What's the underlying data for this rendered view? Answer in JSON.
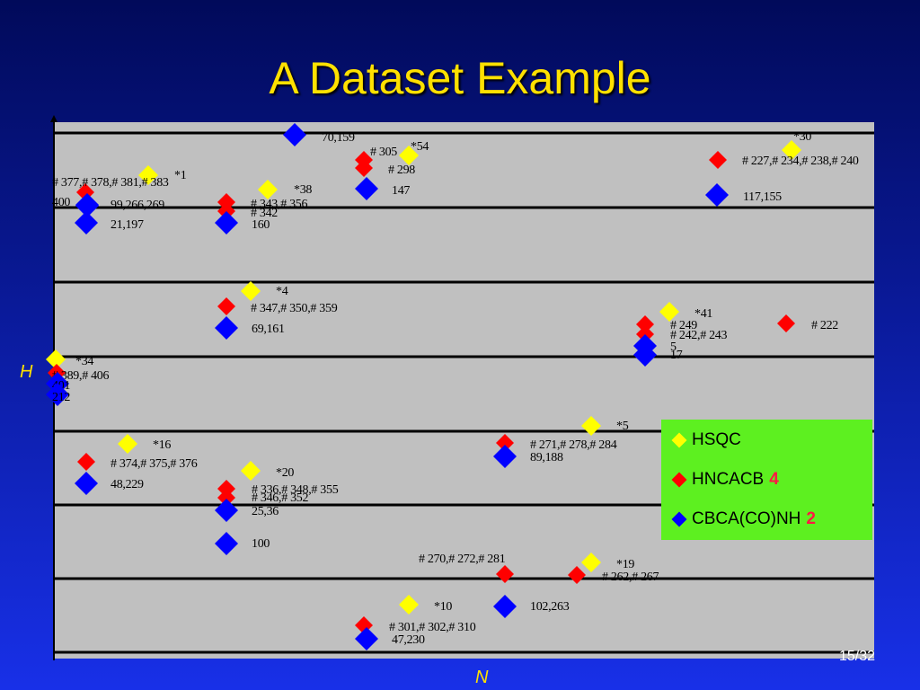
{
  "slide": {
    "title": "A Dataset Example",
    "page_number": "15/32"
  },
  "chart_data": {
    "type": "scatter",
    "title": "",
    "xlabel": "N",
    "ylabel": "H",
    "grid": true,
    "legend_position": "bottom-right",
    "legend": [
      {
        "name": "HSQC",
        "color": "#ffff00",
        "count": ""
      },
      {
        "name": "HNCACB",
        "color": "#ff0000",
        "count": "4"
      },
      {
        "name": "CBCA(CO)NH",
        "color": "#0000ff",
        "count": "2"
      }
    ],
    "colors": {
      "HSQC": "#ffff00",
      "HNCACB": "#ff0000",
      "CBCA(CO)NH": "#0000ff"
    },
    "points": [
      {
        "series": "CBCA(CO)NH",
        "label": "70,159"
      },
      {
        "series": "HNCACB",
        "label": "# 305"
      },
      {
        "series": "HSQC",
        "label": "*54"
      },
      {
        "series": "HNCACB",
        "label": "# 298"
      },
      {
        "series": "CBCA(CO)NH",
        "label": "147"
      },
      {
        "series": "HSQC",
        "label": "*30"
      },
      {
        "series": "HNCACB",
        "label": "# 227,# 234,# 238,# 240"
      },
      {
        "series": "CBCA(CO)NH",
        "label": "117,155"
      },
      {
        "series": "HSQC",
        "label": "*1"
      },
      {
        "series": "HNCACB",
        "label": "# 377,# 378,# 381,# 383"
      },
      {
        "series": "CBCA(CO)NH",
        "label": "400"
      },
      {
        "series": "CBCA(CO)NH",
        "label": "99,266,269"
      },
      {
        "series": "CBCA(CO)NH",
        "label": "21,197"
      },
      {
        "series": "HSQC",
        "label": "*38"
      },
      {
        "series": "HNCACB",
        "label": "# 343,# 356"
      },
      {
        "series": "HNCACB",
        "label": "# 342"
      },
      {
        "series": "CBCA(CO)NH",
        "label": "160"
      },
      {
        "series": "HSQC",
        "label": "*4"
      },
      {
        "series": "HNCACB",
        "label": "# 347,# 350,# 359"
      },
      {
        "series": "CBCA(CO)NH",
        "label": "69,161"
      },
      {
        "series": "HSQC",
        "label": "*41"
      },
      {
        "series": "HNCACB",
        "label": "# 249"
      },
      {
        "series": "HNCACB",
        "label": "# 242,# 243"
      },
      {
        "series": "CBCA(CO)NH",
        "label": "5"
      },
      {
        "series": "CBCA(CO)NH",
        "label": "17"
      },
      {
        "series": "HNCACB",
        "label": "# 222"
      },
      {
        "series": "HSQC",
        "label": "*34"
      },
      {
        "series": "HNCACB",
        "label": "# 389,# 406"
      },
      {
        "series": "CBCA(CO)NH",
        "label": "401"
      },
      {
        "series": "CBCA(CO)NH",
        "label": "212"
      },
      {
        "series": "HSQC",
        "label": "*5"
      },
      {
        "series": "HNCACB",
        "label": "# 271,# 278,# 284"
      },
      {
        "series": "CBCA(CO)NH",
        "label": "89,188"
      },
      {
        "series": "HSQC",
        "label": "*16"
      },
      {
        "series": "HNCACB",
        "label": "# 374,# 375,# 376"
      },
      {
        "series": "CBCA(CO)NH",
        "label": "48,229"
      },
      {
        "series": "HSQC",
        "label": "*20"
      },
      {
        "series": "HNCACB",
        "label": "# 336,# 348,# 355"
      },
      {
        "series": "HNCACB",
        "label": "# 346,# 352"
      },
      {
        "series": "CBCA(CO)NH",
        "label": "25,36"
      },
      {
        "series": "CBCA(CO)NH",
        "label": "100"
      },
      {
        "series": "HNCACB",
        "label": "# 270,# 272,# 281"
      },
      {
        "series": "HSQC",
        "label": "*19"
      },
      {
        "series": "HNCACB",
        "label": "# 262,# 267"
      },
      {
        "series": "HSQC",
        "label": "*10"
      },
      {
        "series": "CBCA(CO)NH",
        "label": "102,263"
      },
      {
        "series": "HNCACB",
        "label": "# 301,# 302,# 310"
      },
      {
        "series": "CBCA(CO)NH",
        "label": "47,230"
      }
    ]
  }
}
